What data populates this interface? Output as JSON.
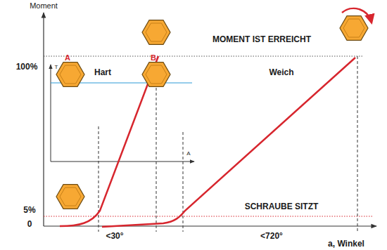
{
  "diagram": {
    "labels": [
      "Moment",
      "100%",
      "5%",
      "0",
      "MOMENT IST ERREICHT",
      "SCHRAUBE SITZT",
      "Hart",
      "Weich",
      "A",
      "B",
      "T",
      "A",
      "<30°",
      "<720°",
      "a, Winkel"
    ]
  }
}
